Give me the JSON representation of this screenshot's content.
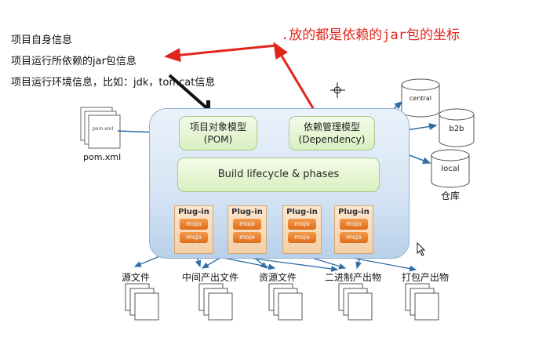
{
  "annotations": {
    "note1": "项目自身信息",
    "note2": "项目运行所依赖的jar包信息",
    "note3": "项目运行环境信息，比如：jdk，tomcat信息",
    "red_title": ".放的都是依赖的jar包的坐标"
  },
  "pom_file": {
    "label": "pom.xml",
    "page_label": "pom.xml"
  },
  "boxes": {
    "pom_line1": "项目对象模型",
    "pom_line2": "(POM)",
    "dep_line1": "依赖管理模型",
    "dep_line2": "(Dependency)",
    "build": "Build lifecycle & phases"
  },
  "plugins": [
    {
      "title": "Plug-in",
      "mojo1": "mojo",
      "mojo2": "mojo"
    },
    {
      "title": "Plug-in",
      "mojo1": "mojo",
      "mojo2": "mojo"
    },
    {
      "title": "Plug-in",
      "mojo1": "mojo",
      "mojo2": "mojo"
    },
    {
      "title": "Plug-in",
      "mojo1": "mojo",
      "mojo2": "mojo"
    }
  ],
  "repositories": {
    "central": "central",
    "b2b": "b2b",
    "local": "local",
    "label": "仓库"
  },
  "outputs": [
    "源文件",
    "中间产出文件",
    "资源文件",
    "二进制产出物",
    "打包产出物"
  ],
  "colors": {
    "arrow": "#2f6da3",
    "annotation_arrow": "#e1251b",
    "pointer": "#111111"
  }
}
